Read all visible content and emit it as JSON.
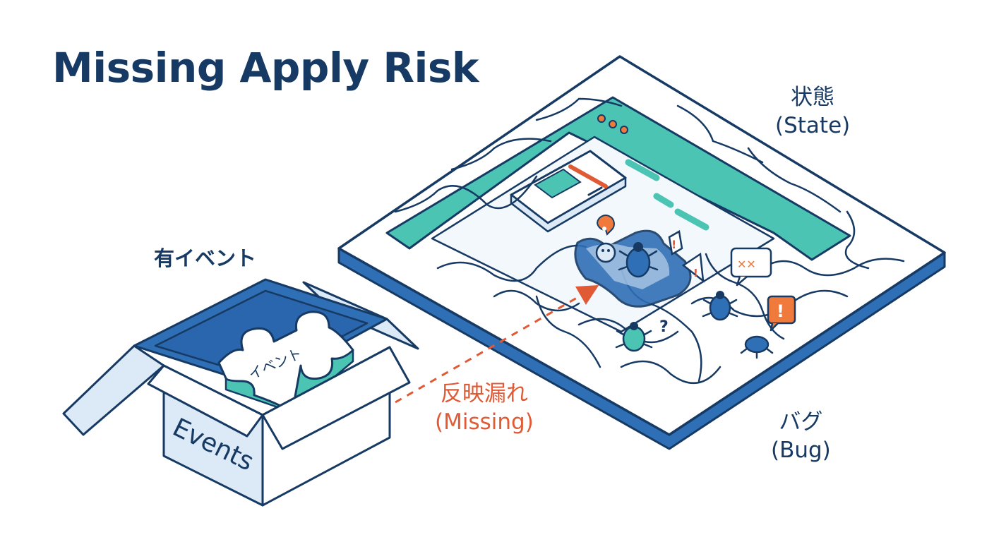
{
  "title": "Missing Apply Risk",
  "labels": {
    "events_jp": "有イベント",
    "state_jp": "状態",
    "state_en": "(State)",
    "missing_jp": "反映漏れ",
    "missing_en": "(Missing)",
    "bug_jp": "バグ",
    "bug_en": "(Bug)",
    "box_text": "Events",
    "piece_text": "イベント"
  },
  "colors": {
    "navy": "#163a63",
    "teal": "#4cc4b4",
    "blue": "#2f6fb5",
    "light_blue": "#dce9f7",
    "orange": "#e05a36",
    "alert_orange": "#f07a3c"
  },
  "icons": [
    "puzzle-piece-icon",
    "bug-icon",
    "alert-icon",
    "question-mark-icon",
    "error-bubble-icon",
    "document-icon"
  ]
}
